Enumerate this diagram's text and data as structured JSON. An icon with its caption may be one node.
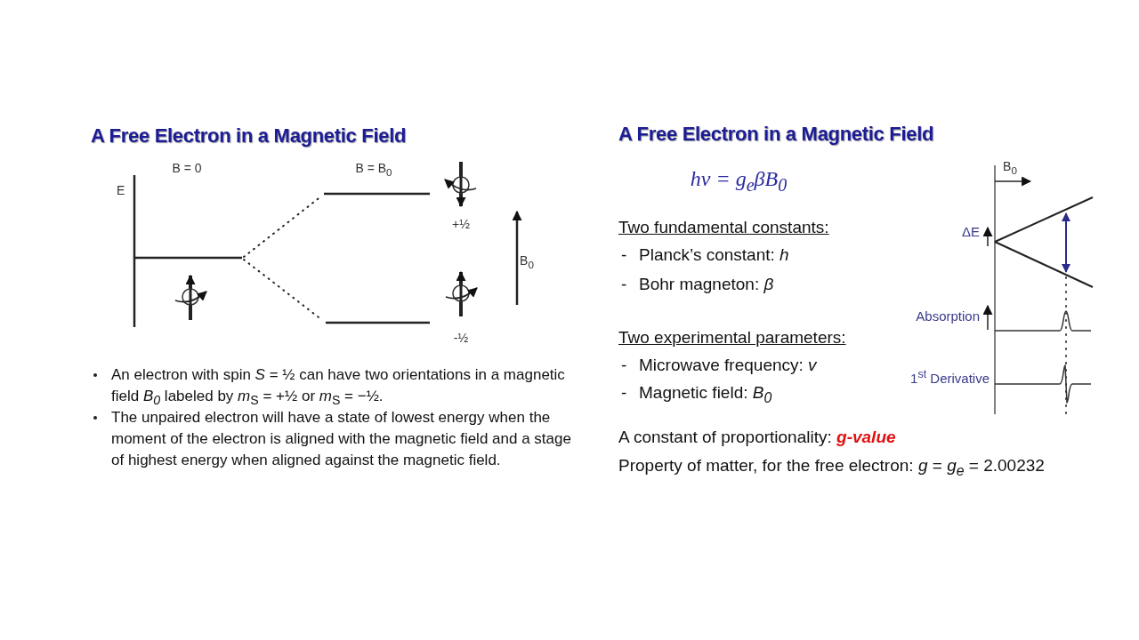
{
  "diagram": {
    "labels": [
      "A Free Electron in a Magnetic Field",
      "E",
      "B = 0",
      "B = B$_{0}$",
      "+½",
      "B$_{0}$",
      "-½",
      "An electron with spin *S* = ½ can have two orientations in a magnetic field *B$_{0}$* labeled by *m*$_{S}$ = +½ or *m*$_{S}$ = −½.",
      "The unpaired electron will have a state of lowest energy when the moment of the electron is aligned with the magnetic field and a stage of highest energy when aligned against the magnetic field.",
      "A Free Electron in a Magnetic Field",
      "hν = g$_{e}$βB$_{0}$",
      "B$_{0}$",
      "ΔE",
      "Absorption",
      "1$^{st}$ Derivative",
      "Two fundamental constants:",
      "-",
      "Planck’s constant: *h*",
      "-",
      "Bohr magneton: *β*",
      "Two experimental parameters:",
      "-",
      "Microwave frequency: *v*",
      "-",
      "Magnetic field: *B$_{0}$*",
      "A constant of proportionality: **g-value**",
      "Property of matter, for the free electron: *g* = *g$_{e}$* = 2.00232"
    ]
  }
}
